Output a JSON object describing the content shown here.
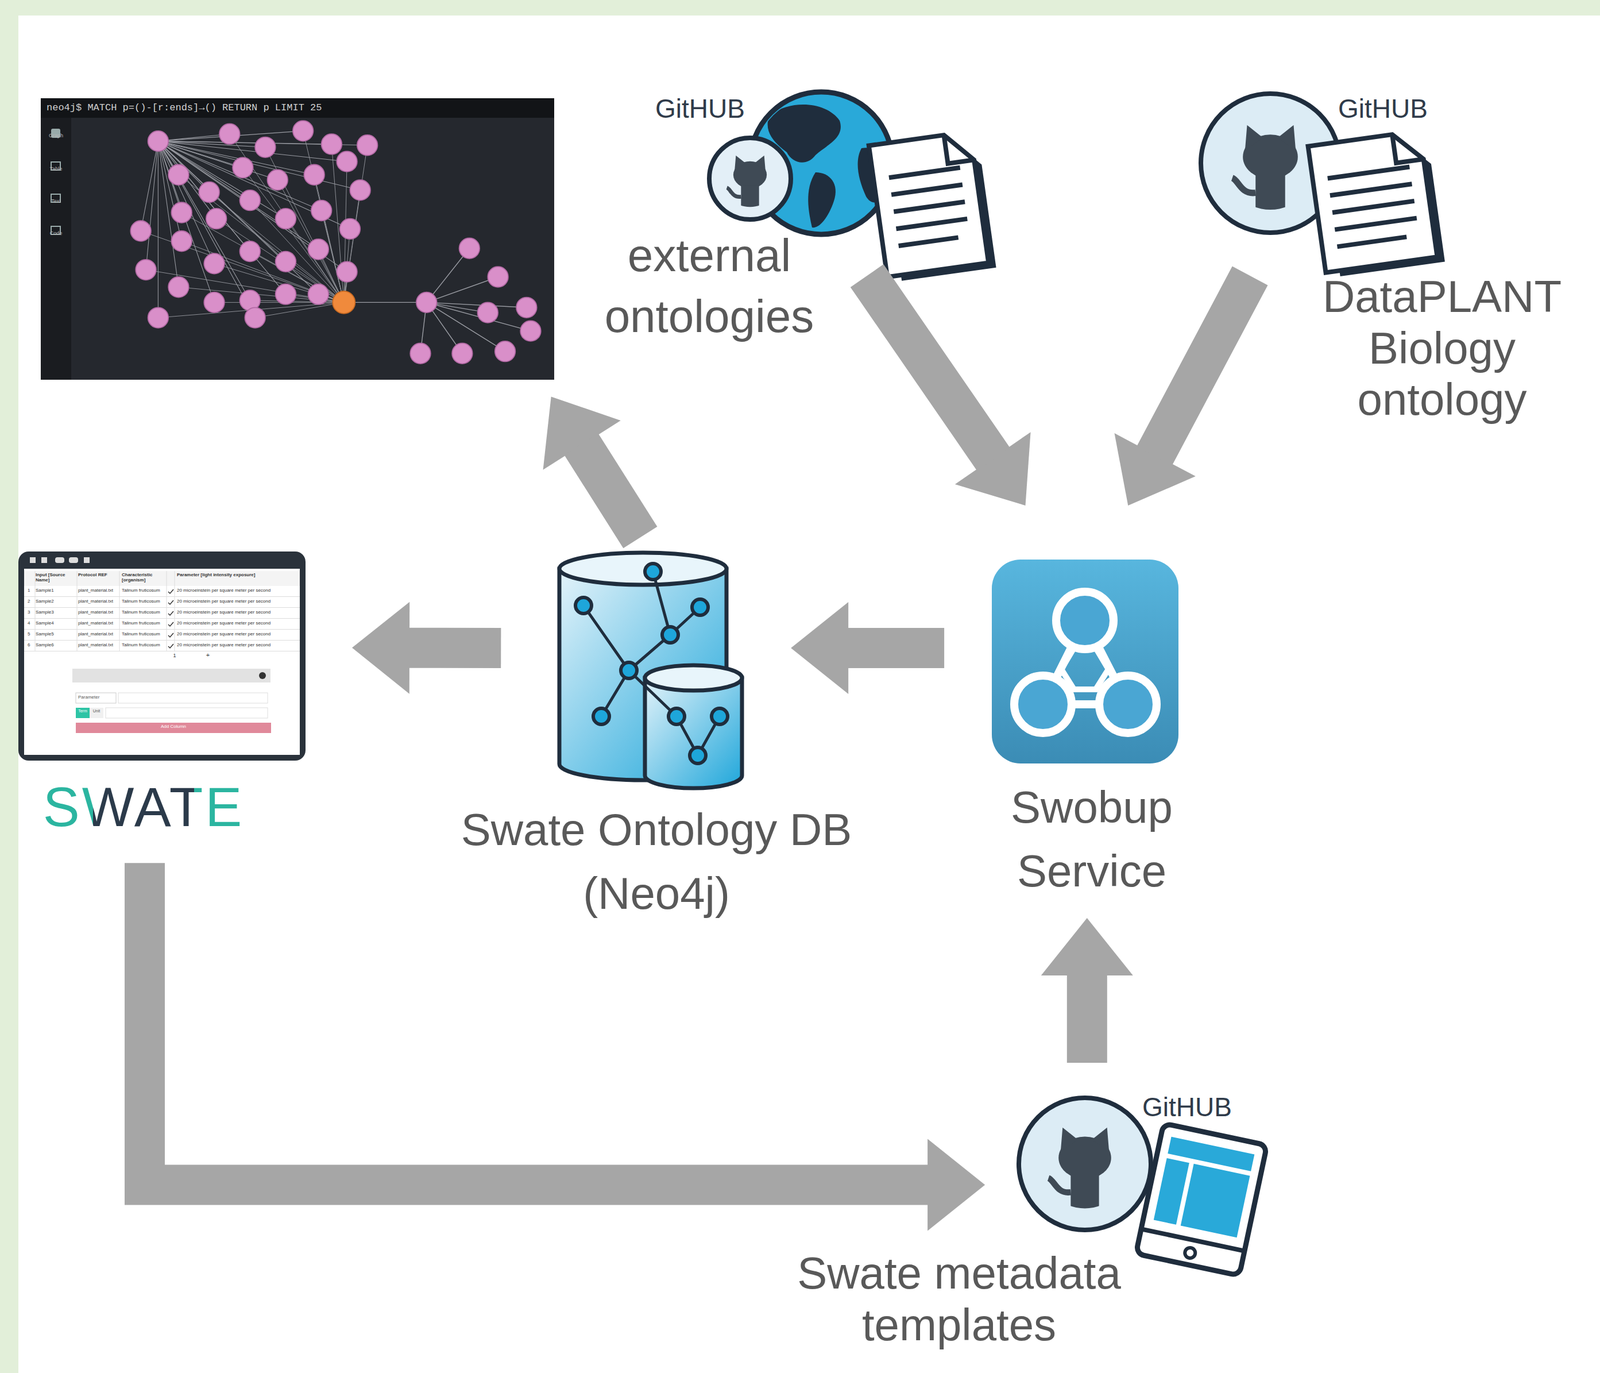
{
  "diagram": {
    "nodes": [
      {
        "text": [
          "neo4j$ MATCH p=()-[r:ends]→() RETURN p LIMIT 25"
        ]
      },
      {
        "text": [
          "GitHUB",
          "external ontologies"
        ]
      },
      {
        "text": [
          "GitHUB",
          "DataPLANT Biology ontology"
        ]
      },
      {
        "text": [
          "SWATE"
        ]
      },
      {
        "text": [
          "Swate Ontology DB (Neo4j)"
        ]
      },
      {
        "text": [
          "Swobup Service"
        ]
      },
      {
        "text": [
          "GitHUB",
          "Swate metadata templates"
        ]
      }
    ],
    "edges": [
      {
        "from": 1,
        "to": 5,
        "arrow": "to"
      },
      {
        "from": 2,
        "to": 5,
        "arrow": "to"
      },
      {
        "from": 5,
        "to": 4,
        "arrow": "to"
      },
      {
        "from": 4,
        "to": 0,
        "arrow": "to"
      },
      {
        "from": 4,
        "to": 3,
        "arrow": "to"
      },
      {
        "from": 3,
        "to": 6,
        "arrow": "to"
      },
      {
        "from": 6,
        "to": 5,
        "arrow": "to"
      }
    ],
    "labels": [
      "Graph",
      "Table",
      "Text",
      "Code",
      "Input [Source Name]",
      "Protocol REF",
      "Characteristic [organism]",
      "Parameter [light intensity exposure]",
      "1",
      "Sample1",
      "plant_material.txt",
      "Talinum fruticosum",
      "20 microeinstein per square meter per second",
      "2",
      "Sample2",
      "plant_material.txt",
      "Talinum fruticosum",
      "20 microeinstein per square meter per second",
      "3",
      "Sample3",
      "plant_material.txt",
      "Talinum fruticosum",
      "20 microeinstein per square meter per second",
      "4",
      "Sample4",
      "plant_material.txt",
      "Talinum fruticosum",
      "20 microeinstein per square meter per second",
      "5",
      "Sample5",
      "plant_material.txt",
      "Talinum fruticosum",
      "20 microeinstein per square meter per second",
      "6",
      "Sample6",
      "plant_material.txt",
      "Talinum fruticosum",
      "20 microeinstein per square meter per second",
      "1",
      "+",
      "Parameter",
      "Term",
      "Unit",
      "Add Column"
    ]
  }
}
